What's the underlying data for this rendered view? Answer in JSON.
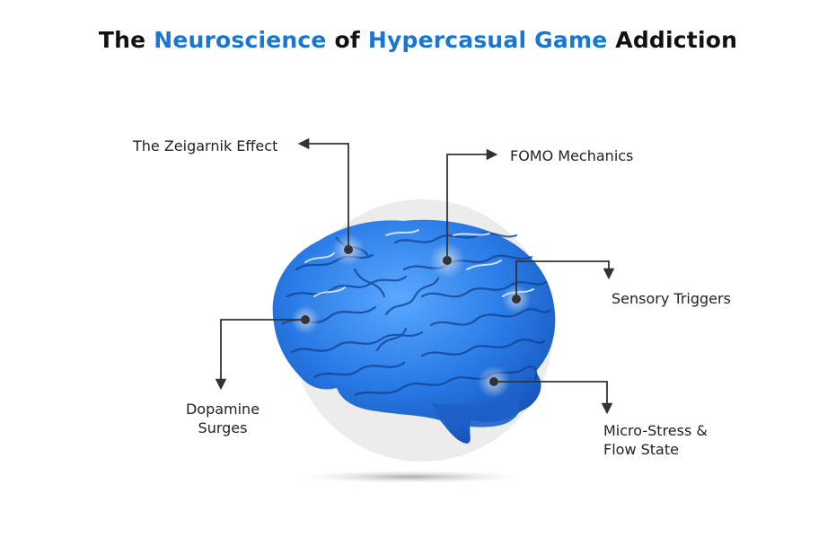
{
  "title": {
    "part1": "The ",
    "part2": "Neuroscience",
    "part3": " of ",
    "part4": "Hypercasual Game",
    "part5": " Addiction"
  },
  "labels": {
    "zeigarnik": "The Zeigarnik Effect",
    "fomo": "FOMO Mechanics",
    "sensory": "Sensory Triggers",
    "dopamine_line1": "Dopamine",
    "dopamine_line2": "Surges",
    "microstress_line1": "Micro-Stress &",
    "microstress_line2": "Flow State"
  },
  "colors": {
    "accent": "#1976d2",
    "brain": "#2a7be6",
    "connector": "#333333",
    "halo": "#ececec"
  }
}
